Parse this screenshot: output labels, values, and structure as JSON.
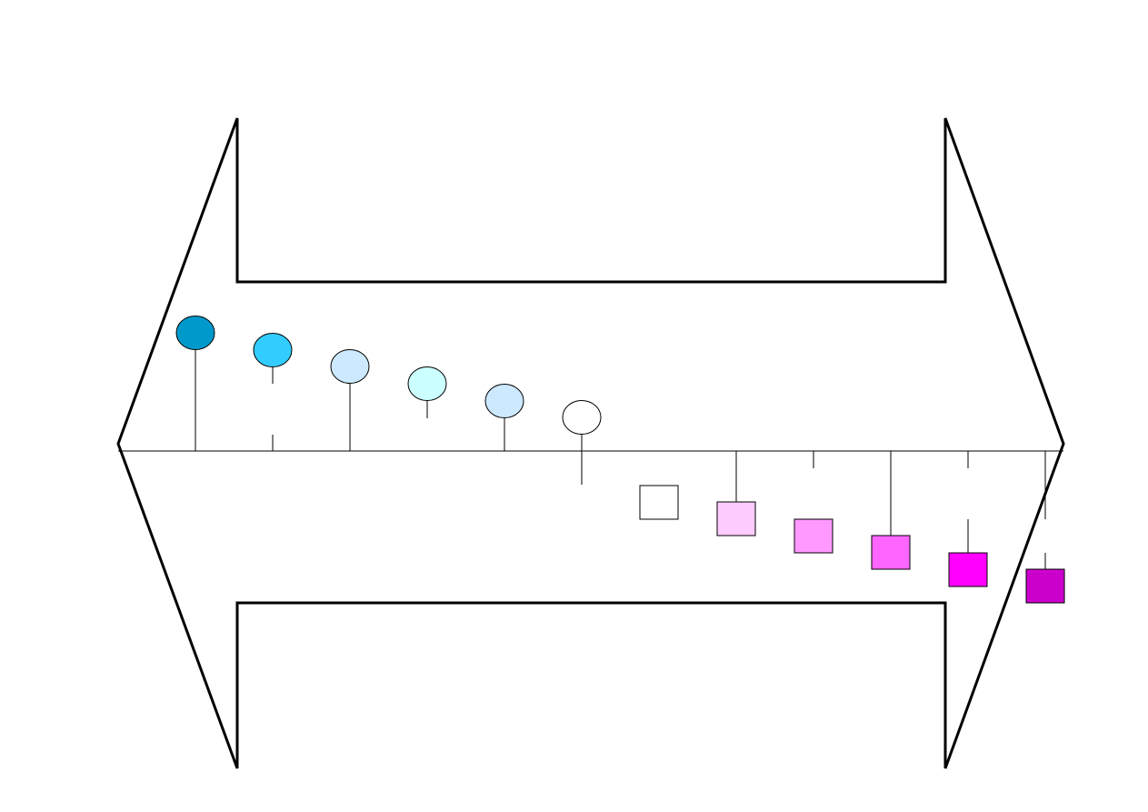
{
  "diagram": {
    "title": "",
    "markers": [
      {
        "shape": "circle",
        "color": "#0099CC"
      },
      {
        "shape": "circle",
        "color": "#33CCFF"
      },
      {
        "shape": "circle",
        "color": "#CCE9FF"
      },
      {
        "shape": "circle",
        "color": "#CCFFFF"
      },
      {
        "shape": "circle",
        "color": "#CCE9FF"
      },
      {
        "shape": "circle",
        "color": "#FFFFFF"
      },
      {
        "shape": "square",
        "color": "#FFFFFF"
      },
      {
        "shape": "square",
        "color": "#FFCCFF"
      },
      {
        "shape": "square",
        "color": "#FF99FF"
      },
      {
        "shape": "square",
        "color": "#FF66FF"
      },
      {
        "shape": "square",
        "color": "#FF00FF"
      },
      {
        "shape": "square",
        "color": "#CC00CC"
      }
    ]
  }
}
